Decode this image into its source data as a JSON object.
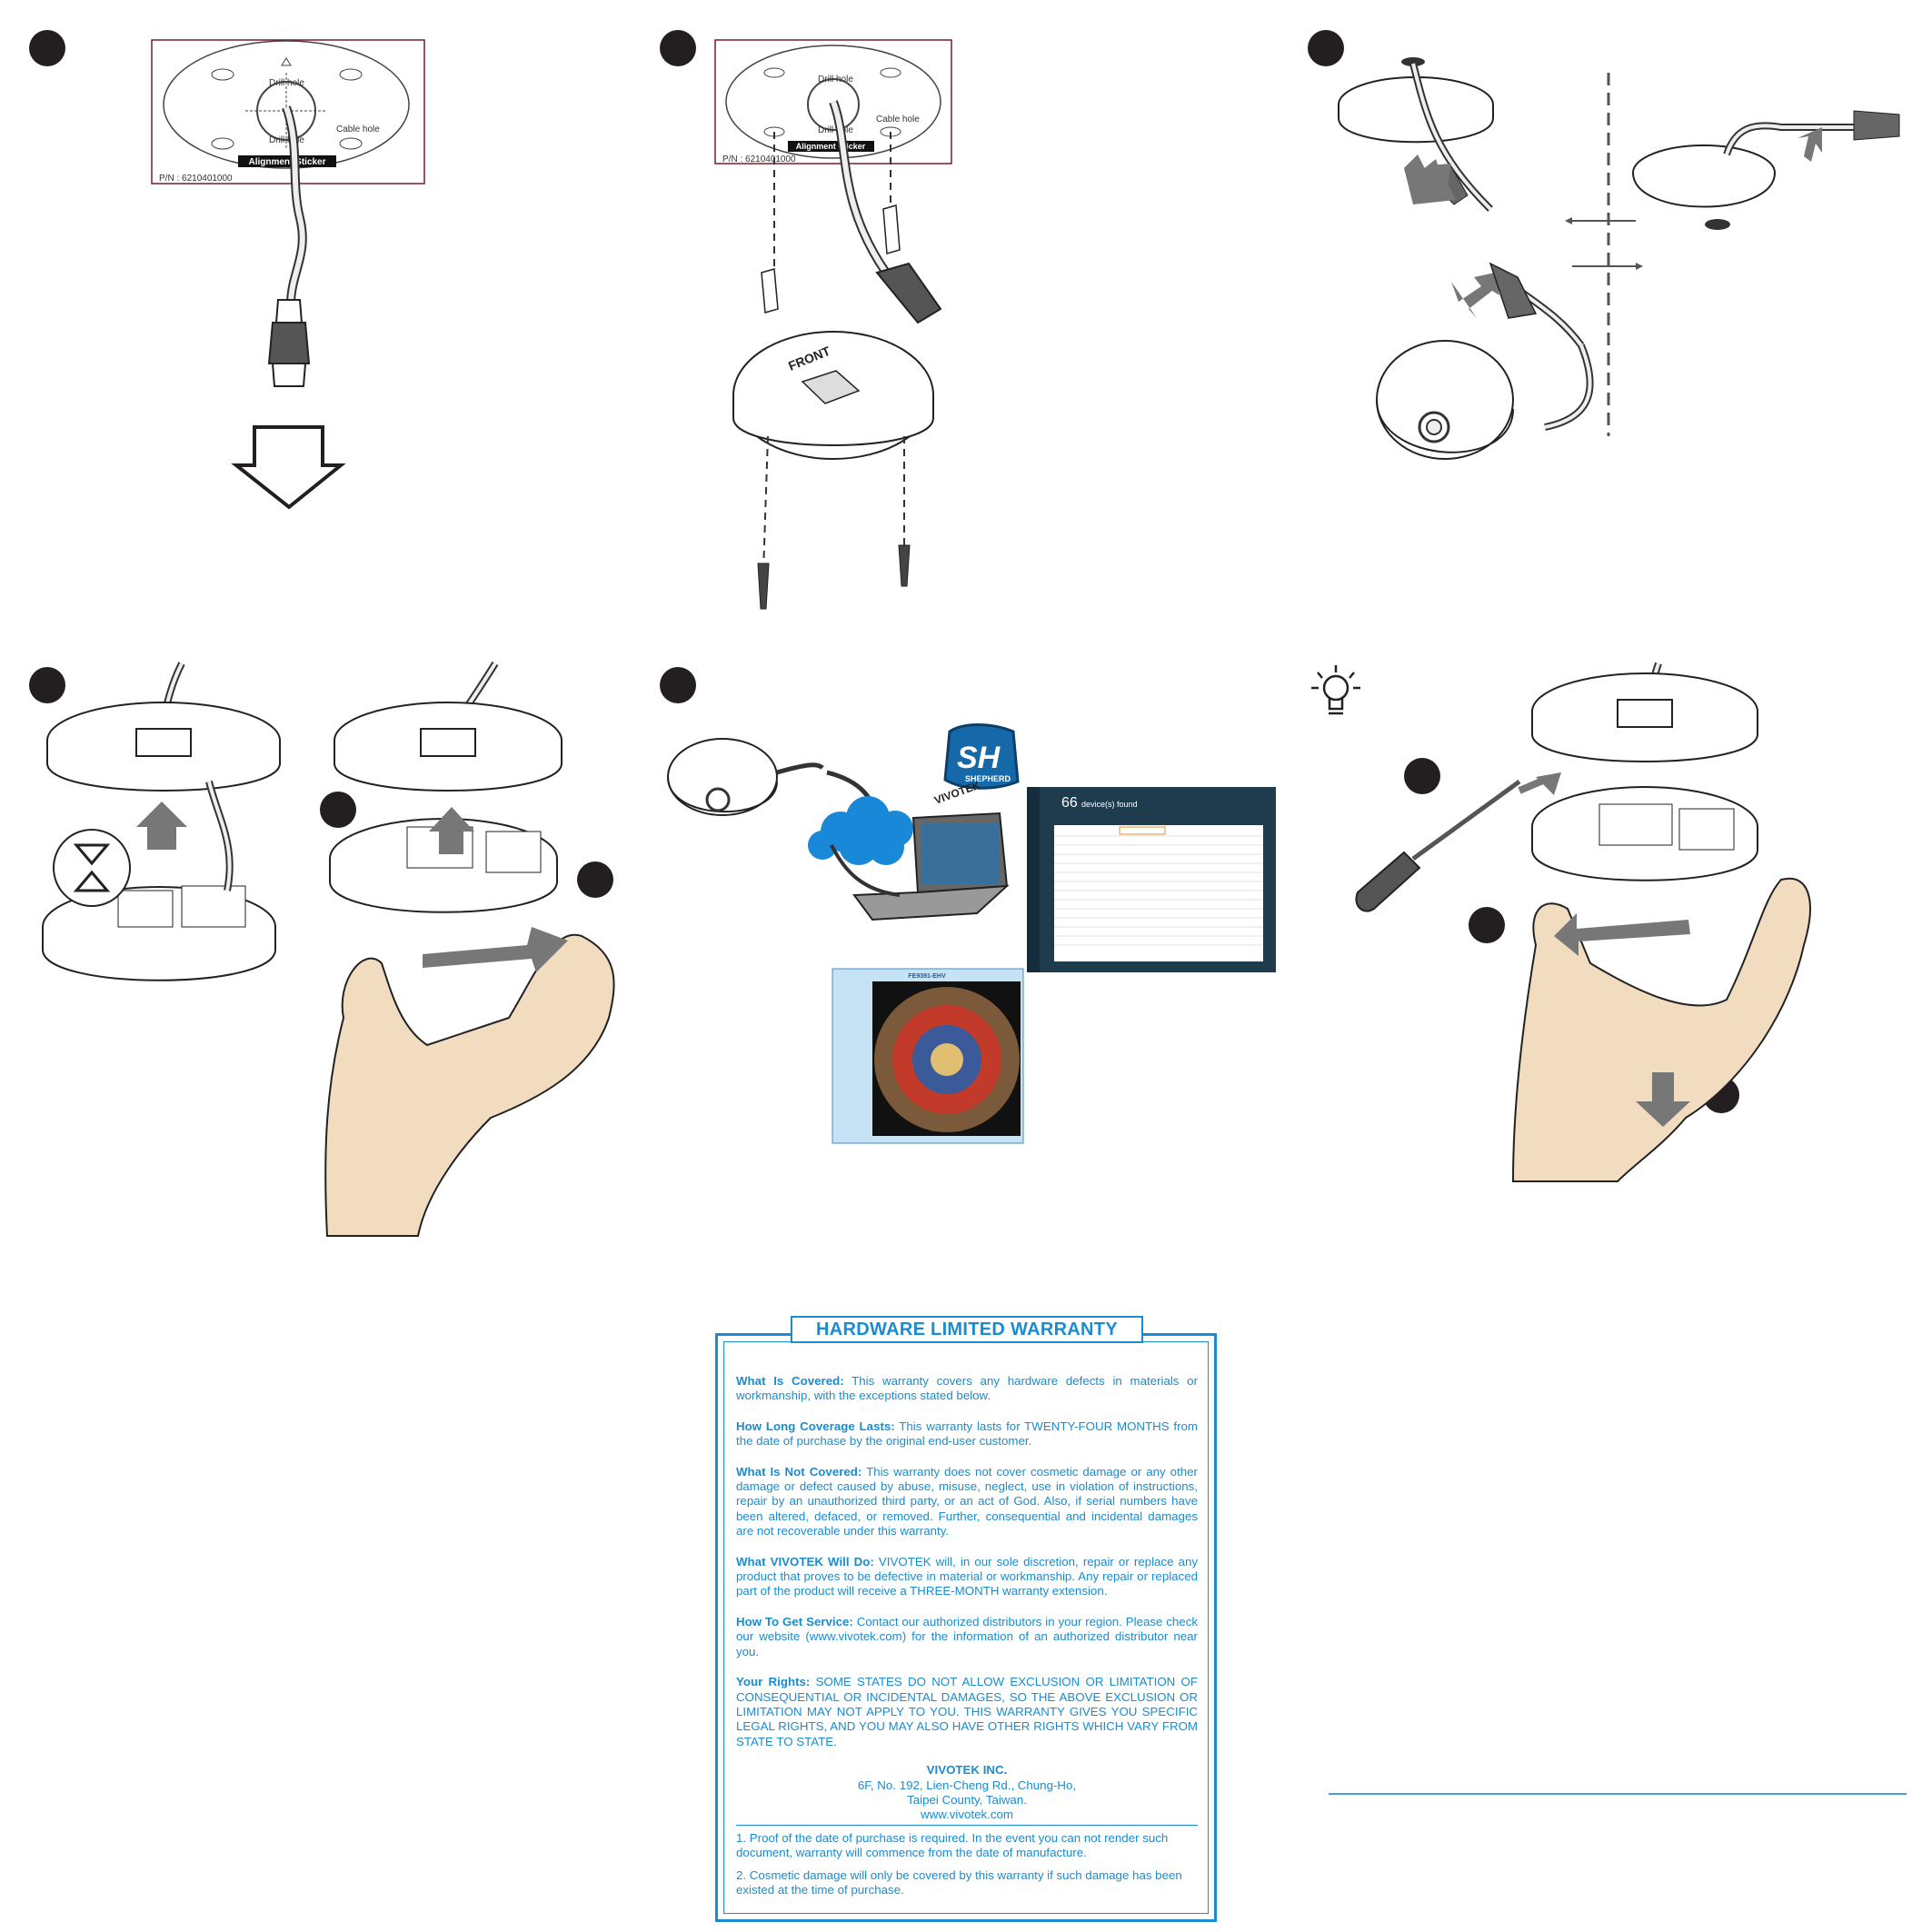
{
  "steps": {
    "s1": {
      "sticker": {
        "drill_hole_top": "Drill hole",
        "drill_hole_bottom": "Drill hole",
        "cable_hole": "Cable hole",
        "title": "Alignment Sticker",
        "pn": "P/N : 6210401000"
      }
    },
    "s2": {
      "sticker": {
        "drill_hole_top": "Drill hole",
        "drill_hole_bottom": "Drill hole",
        "cable_hole": "Cable hole",
        "title": "Alignment Sticker",
        "pn": "P/N : 6210401000"
      },
      "base_label": "FRONT"
    },
    "s5": {
      "logo_text": "SH",
      "logo_sub": "SHEPHERD",
      "logo_brand": "VIVOTEK",
      "devices_count": "66",
      "devices_label": "device(s) found",
      "viewer_title": "FE9391-EHV"
    }
  },
  "warranty": {
    "title": "HARDWARE LIMITED WARRANTY",
    "sections": [
      {
        "head": "What Is Covered:",
        "text": " This warranty covers any hardware defects in materials or workmanship, with the exceptions stated below."
      },
      {
        "head": "How Long Coverage Lasts:",
        "text": " This warranty lasts for TWENTY-FOUR MONTHS from the date of purchase by the original end-user customer."
      },
      {
        "head": "What Is Not Covered:",
        "text": " This warranty does not cover cosmetic damage or any other damage or defect caused by abuse, misuse, neglect, use in violation of instructions, repair by an unauthorized third party, or an act of God. Also, if serial numbers have been altered, defaced, or removed. Further, consequential and incidental damages are not recoverable under this warranty."
      },
      {
        "head": "What VIVOTEK Will Do:",
        "text": " VIVOTEK will, in our sole discretion, repair or replace any product that proves to be defective in material or workmanship. Any repair or replaced part of the product will receive a THREE-MONTH warranty extension."
      },
      {
        "head": "How To Get Service:",
        "text": " Contact our authorized distributors in your region. Please check our website (www.vivotek.com) for the information of an authorized distributor near you."
      },
      {
        "head": "Your Rights:",
        "text": " SOME STATES DO NOT ALLOW EXCLUSION OR LIMITATION OF CONSEQUENTIAL OR INCIDENTAL DAMAGES, SO THE ABOVE EXCLUSION OR LIMITATION MAY NOT APPLY TO YOU. THIS WARRANTY GIVES YOU SPECIFIC LEGAL RIGHTS, AND YOU MAY ALSO HAVE OTHER RIGHTS WHICH VARY FROM STATE TO STATE."
      }
    ],
    "company": {
      "name": "VIVOTEK INC.",
      "address1": "6F, No. 192, Lien-Cheng Rd., Chung-Ho,",
      "address2": "Taipei County, Taiwan.",
      "website": "www.vivotek.com"
    },
    "notes": [
      "1. Proof of the date of purchase is required. In the event you can not render such document, warranty will commence from the date of manufacture.",
      "2. Cosmetic damage will only be covered by this warranty if such damage has been existed at the time of purchase."
    ]
  }
}
